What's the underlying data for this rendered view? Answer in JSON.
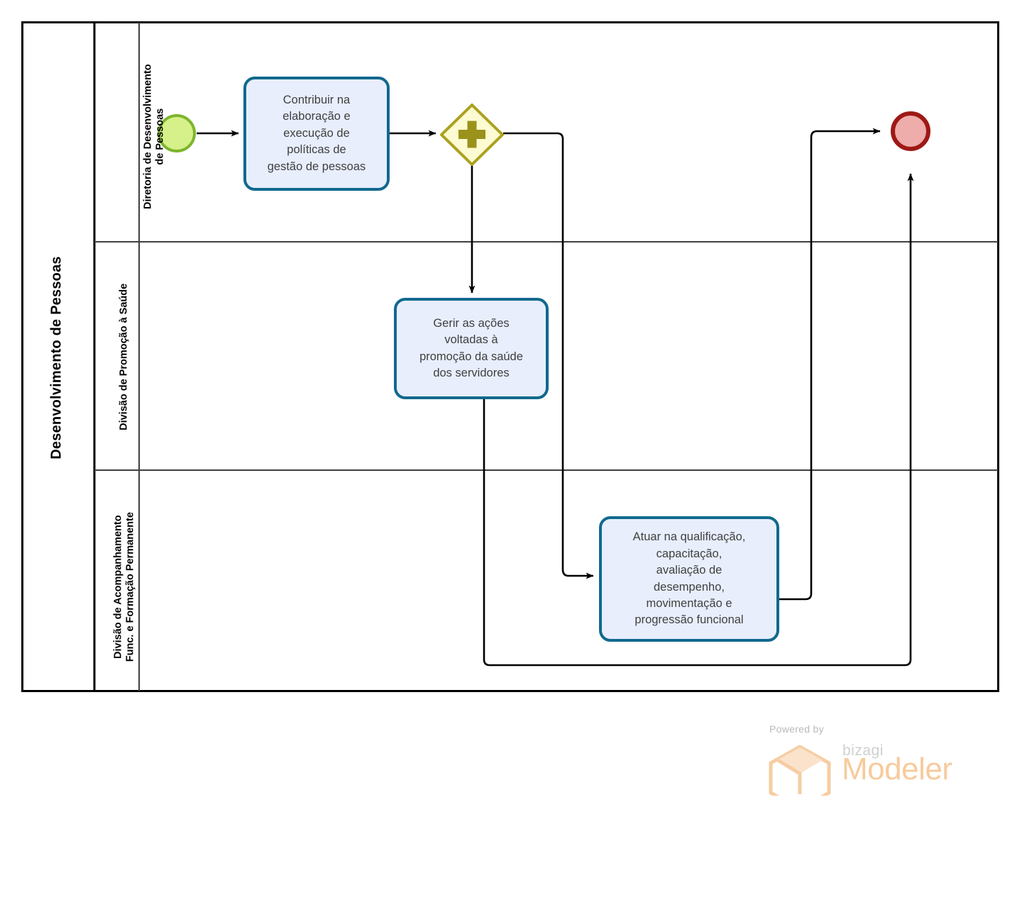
{
  "diagram": {
    "type": "bpmn-process-diagram",
    "pool": {
      "title": "Desenvolvimento de Pessoas",
      "lanes": [
        {
          "id": "lane-diretoria",
          "label": "Diretoria de Desenvolvimento\nde Pessoas"
        },
        {
          "id": "lane-promocao-saude",
          "label": "Divisão de Promoção à Saúde"
        },
        {
          "id": "lane-acompanhamento",
          "label": "Divisão de Acompanhamento\nFunc. e Formação Permanente"
        }
      ]
    },
    "events": [
      {
        "id": "start-event",
        "name": "start-event",
        "lane": "lane-diretoria",
        "kind": "start",
        "fill": "#d6f08a",
        "stroke": "#7db52e"
      },
      {
        "id": "end-event",
        "name": "end-event",
        "lane": "lane-diretoria",
        "kind": "end",
        "fill": "#eeacab",
        "stroke": "#9e1916"
      }
    ],
    "gateways": [
      {
        "id": "parallel-gateway",
        "name": "parallel-gateway",
        "lane": "lane-diretoria",
        "kind": "parallel",
        "symbol": "+",
        "fill": "#fcfbd2",
        "stroke": "#aba11f",
        "marker_color": "#9b921b"
      }
    ],
    "tasks": [
      {
        "id": "task-politicas",
        "label": "Contribuir na\nelaboração e\nexecução de\npolíticas de\ngestão de pessoas",
        "lane": "lane-diretoria",
        "fill": "#e8eefc",
        "stroke": "#11698e"
      },
      {
        "id": "task-saude",
        "label": "Gerir as ações\nvoltadas à\npromoção da saúde\ndos servidores",
        "lane": "lane-promocao-saude",
        "fill": "#e8eefc",
        "stroke": "#11698e"
      },
      {
        "id": "task-qualificacao",
        "label": "Atuar na qualificação,\ncapacitação,\navaliação de\ndesempenho,\nmovimentação e\nprogressão funcional",
        "lane": "lane-acompanhamento",
        "fill": "#e8eefc",
        "stroke": "#11698e"
      }
    ],
    "flows": [
      {
        "id": "flow-start-to-task1",
        "from": "start-event",
        "to": "task-politicas"
      },
      {
        "id": "flow-task1-to-gateway",
        "from": "task-politicas",
        "to": "parallel-gateway"
      },
      {
        "id": "flow-gateway-to-task2",
        "from": "parallel-gateway",
        "to": "task-saude"
      },
      {
        "id": "flow-gateway-to-task3",
        "from": "parallel-gateway",
        "to": "task-qualificacao"
      },
      {
        "id": "flow-task3-to-end",
        "from": "task-qualificacao",
        "to": "end-event"
      },
      {
        "id": "flow-task2-to-end",
        "from": "task-saude",
        "to": "end-event"
      }
    ],
    "colors": {
      "pool_border": "#000000",
      "lane_border": "#404040",
      "connector": "#000000",
      "task_fill": "#e8eefc",
      "task_stroke": "#11698e",
      "gateway_fill": "#fcfbd2",
      "gateway_stroke": "#aba11f",
      "start_fill": "#d6f08a",
      "start_stroke": "#7db52e",
      "end_fill": "#eeacab",
      "end_stroke": "#9e1916"
    }
  },
  "footer": {
    "powered_by": "Powered by",
    "brand": "bizagi",
    "product": "Modeler"
  }
}
